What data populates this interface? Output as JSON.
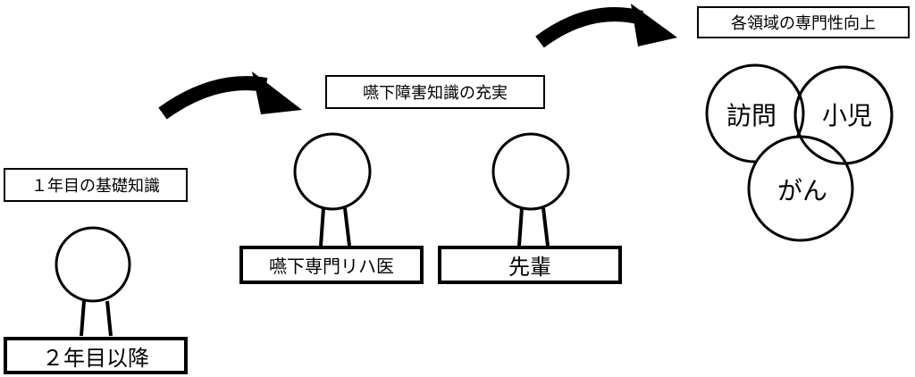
{
  "stages": {
    "stage1": {
      "title": "１年目の基礎知識",
      "person_label": "２年目以降"
    },
    "stage2": {
      "title": "嚥下障害知識の充実",
      "person_a_label": "嚥下専門リハ医",
      "person_b_label": "先輩"
    },
    "stage3": {
      "title": "各領域の専門性向上",
      "areas": [
        "訪問",
        "小児",
        "がん"
      ]
    }
  }
}
